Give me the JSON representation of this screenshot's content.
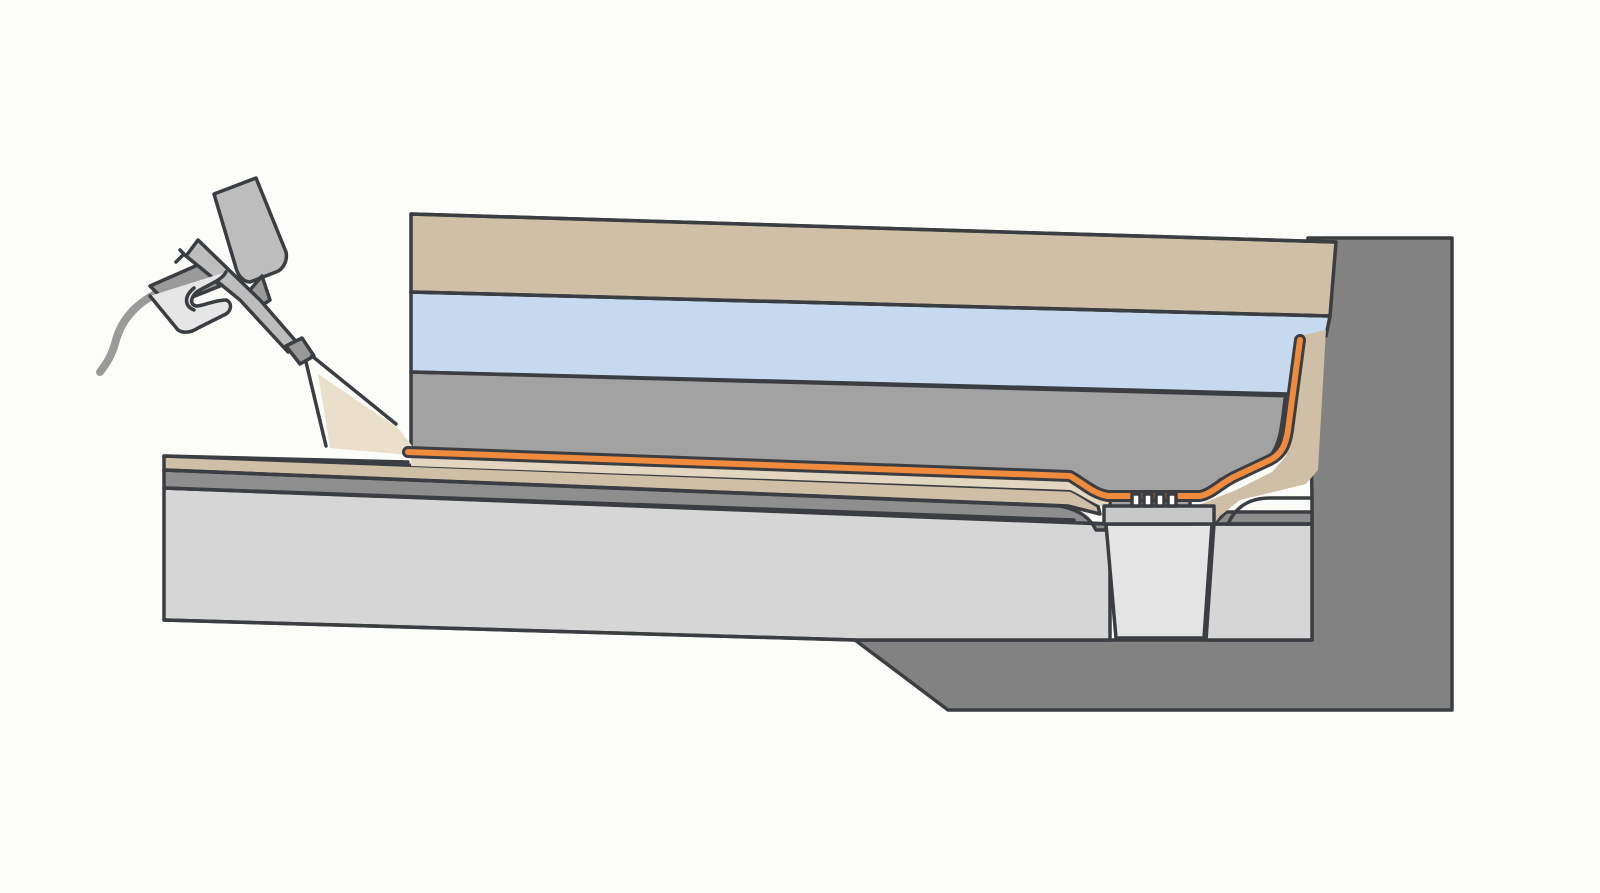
{
  "diagram": {
    "colors": {
      "background": "#fcfcf9",
      "outline": "#3a3d42",
      "top_layer": "#cfbfa6",
      "insulation_layer": "#c7d9ee",
      "concrete_layer": "#a2a2a2",
      "slab": "#d6d6d6",
      "structure_wall": "#828282",
      "membrane": "#f08a3c",
      "spray_mist": "#e9dfcb",
      "drain_body": "#e4e4e4",
      "spray_gun": "#9a9a9a"
    },
    "components": [
      {
        "id": "finish-layer",
        "icon": "beige-layer"
      },
      {
        "id": "insulation-layer",
        "icon": "blue-layer"
      },
      {
        "id": "concrete-screed",
        "icon": "grey-layer"
      },
      {
        "id": "structural-slab",
        "icon": "light-grey-slab"
      },
      {
        "id": "retaining-wall",
        "icon": "dark-grey-wall"
      },
      {
        "id": "sprayed-membrane",
        "icon": "orange-line"
      },
      {
        "id": "floor-drain",
        "icon": "drain"
      },
      {
        "id": "spray-gun",
        "icon": "spray-gun-icon"
      }
    ]
  }
}
